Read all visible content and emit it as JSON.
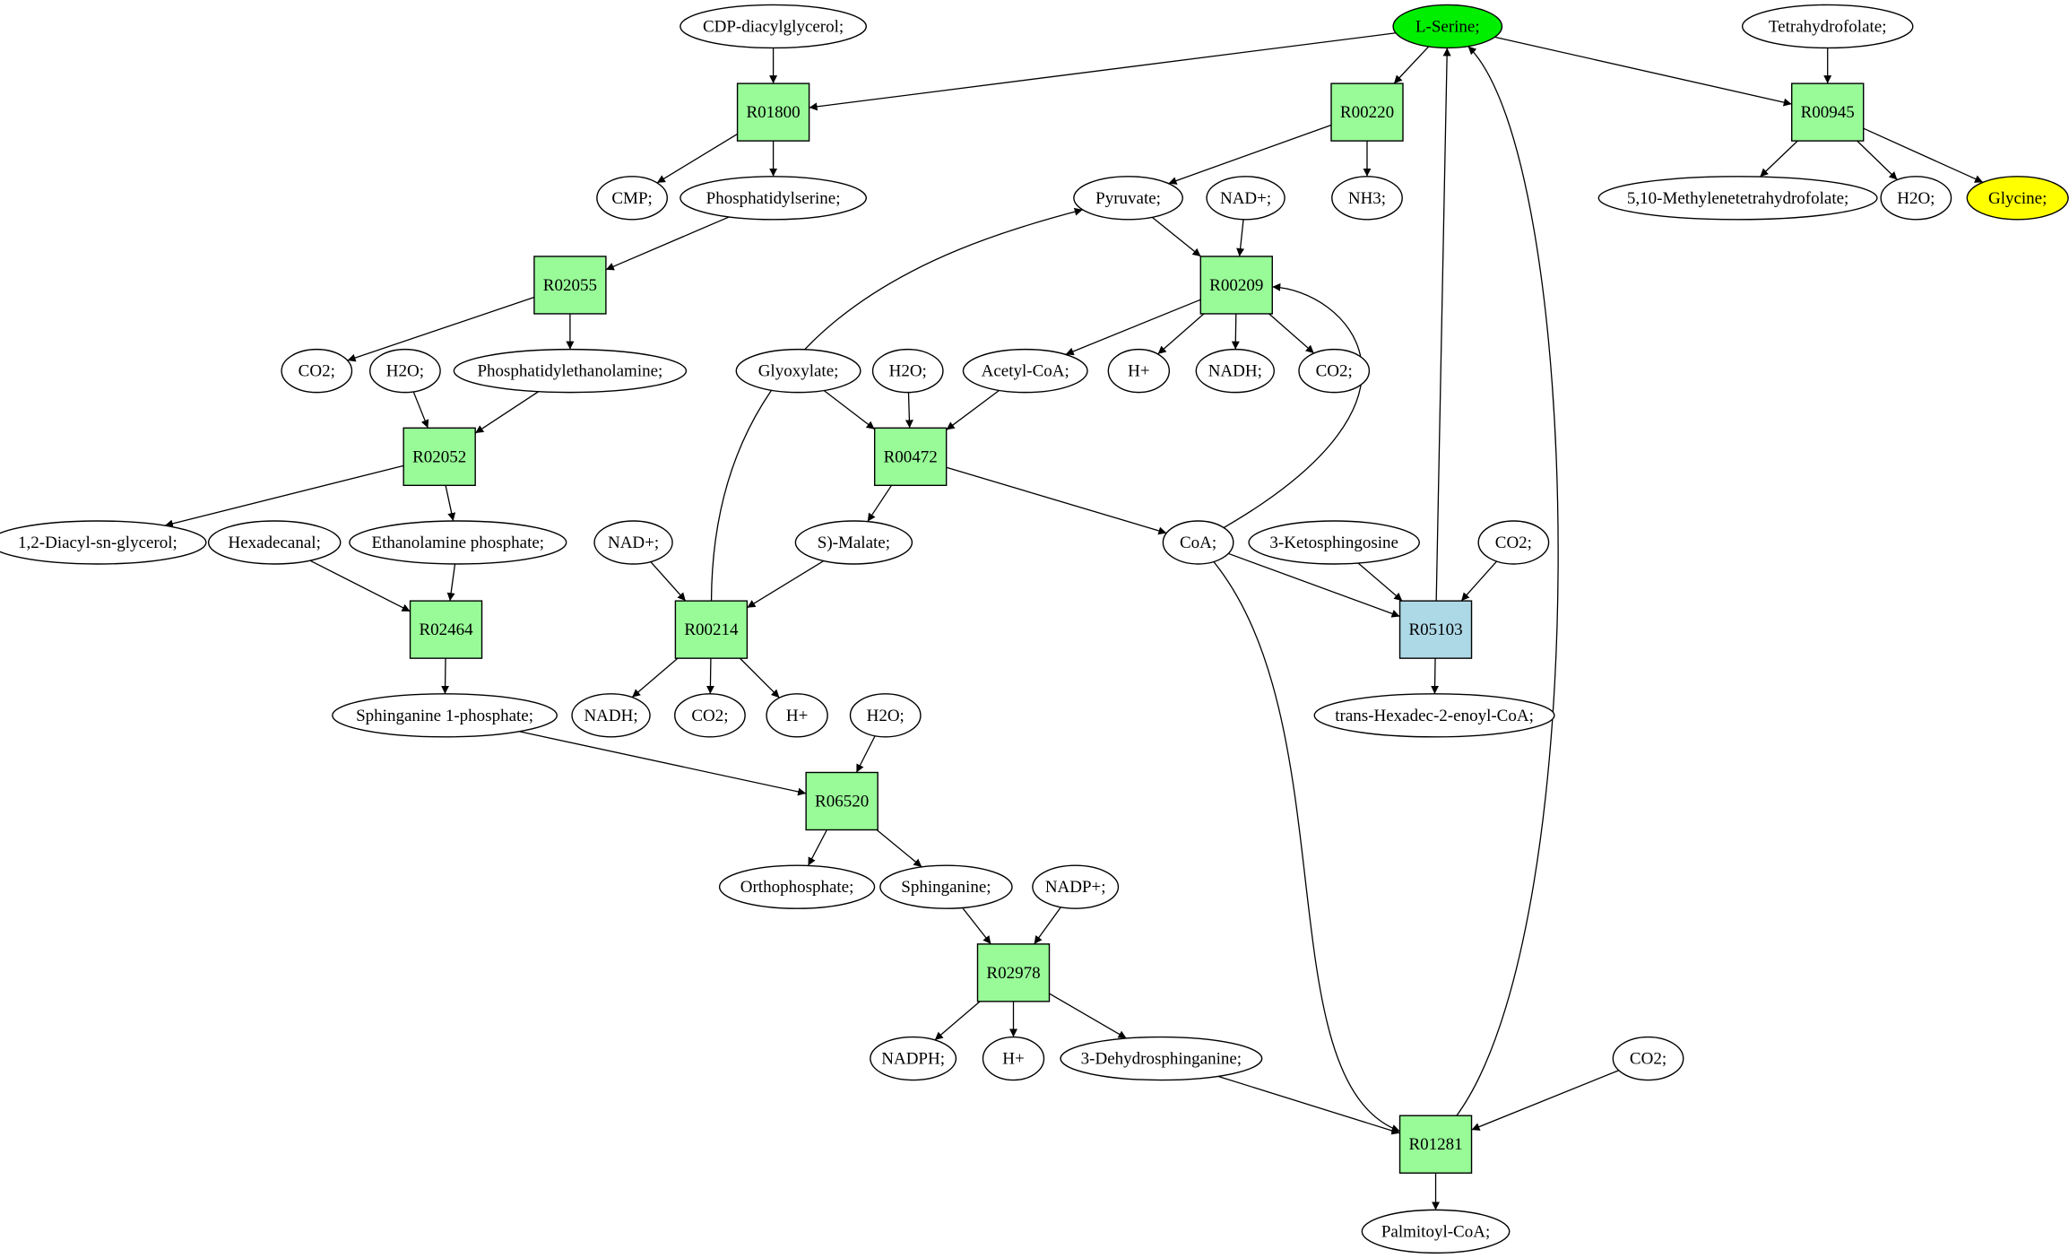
{
  "title": "L-Serine metabolic network",
  "colors": {
    "reaction": "#98fb98",
    "reaction_highlight": "#add8e6",
    "source_compound": "#00ee00",
    "target_compound": "#ffff00",
    "compound": "#ffffff",
    "edge": "#000000"
  },
  "nodes": [
    {
      "id": "cdp",
      "label": "CDP-diacylglycerol;",
      "kind": "compound"
    },
    {
      "id": "ser",
      "label": "L-Serine;",
      "kind": "source"
    },
    {
      "id": "thf",
      "label": "Tetrahydrofolate;",
      "kind": "compound"
    },
    {
      "id": "R01800",
      "label": "R01800",
      "kind": "reaction"
    },
    {
      "id": "R00220",
      "label": "R00220",
      "kind": "reaction"
    },
    {
      "id": "R00945",
      "label": "R00945",
      "kind": "reaction"
    },
    {
      "id": "cmp",
      "label": "CMP;",
      "kind": "compound"
    },
    {
      "id": "ps",
      "label": "Phosphatidylserine;",
      "kind": "compound"
    },
    {
      "id": "pyr",
      "label": "Pyruvate;",
      "kind": "compound"
    },
    {
      "id": "nad1",
      "label": "NAD+;",
      "kind": "compound"
    },
    {
      "id": "nh3",
      "label": "NH3;",
      "kind": "compound"
    },
    {
      "id": "mthf",
      "label": "5,10-Methylenetetrahydrofolate;",
      "kind": "compound"
    },
    {
      "id": "h2o1",
      "label": "H2O;",
      "kind": "compound"
    },
    {
      "id": "gly",
      "label": "Glycine;",
      "kind": "target"
    },
    {
      "id": "R02055",
      "label": "R02055",
      "kind": "reaction"
    },
    {
      "id": "R00209",
      "label": "R00209",
      "kind": "reaction"
    },
    {
      "id": "co2a",
      "label": "CO2;",
      "kind": "compound"
    },
    {
      "id": "h2o2",
      "label": "H2O;",
      "kind": "compound"
    },
    {
      "id": "pe",
      "label": "Phosphatidylethanolamine;",
      "kind": "compound"
    },
    {
      "id": "glyox",
      "label": "Glyoxylate;",
      "kind": "compound"
    },
    {
      "id": "h2o3",
      "label": "H2O;",
      "kind": "compound"
    },
    {
      "id": "acoa",
      "label": "Acetyl-CoA;",
      "kind": "compound"
    },
    {
      "id": "hp1",
      "label": "H+",
      "kind": "compound"
    },
    {
      "id": "nadh1",
      "label": "NADH;",
      "kind": "compound"
    },
    {
      "id": "co2b",
      "label": "CO2;",
      "kind": "compound"
    },
    {
      "id": "R02052",
      "label": "R02052",
      "kind": "reaction"
    },
    {
      "id": "R00472",
      "label": "R00472",
      "kind": "reaction"
    },
    {
      "id": "dag",
      "label": "1,2-Diacyl-sn-glycerol;",
      "kind": "compound"
    },
    {
      "id": "hexal",
      "label": "Hexadecanal;",
      "kind": "compound"
    },
    {
      "id": "etap",
      "label": "Ethanolamine phosphate;",
      "kind": "compound"
    },
    {
      "id": "nad2",
      "label": "NAD+;",
      "kind": "compound"
    },
    {
      "id": "mal",
      "label": "S)-Malate;",
      "kind": "compound"
    },
    {
      "id": "coa",
      "label": "CoA;",
      "kind": "compound"
    },
    {
      "id": "keto",
      "label": "3-Ketosphingosine",
      "kind": "compound"
    },
    {
      "id": "co2c",
      "label": "CO2;",
      "kind": "compound"
    },
    {
      "id": "R02464",
      "label": "R02464",
      "kind": "reaction"
    },
    {
      "id": "R00214",
      "label": "R00214",
      "kind": "reaction"
    },
    {
      "id": "R05103",
      "label": "R05103",
      "kind": "reaction_highlight"
    },
    {
      "id": "s1p",
      "label": "Sphinganine 1-phosphate;",
      "kind": "compound"
    },
    {
      "id": "nadh2",
      "label": "NADH;",
      "kind": "compound"
    },
    {
      "id": "co2d",
      "label": "CO2;",
      "kind": "compound"
    },
    {
      "id": "hp2",
      "label": "H+",
      "kind": "compound"
    },
    {
      "id": "h2o4",
      "label": "H2O;",
      "kind": "compound"
    },
    {
      "id": "thcoa",
      "label": "trans-Hexadec-2-enoyl-CoA;",
      "kind": "compound"
    },
    {
      "id": "R06520",
      "label": "R06520",
      "kind": "reaction"
    },
    {
      "id": "pi",
      "label": "Orthophosphate;",
      "kind": "compound"
    },
    {
      "id": "sph",
      "label": "Sphinganine;",
      "kind": "compound"
    },
    {
      "id": "nadp",
      "label": "NADP+;",
      "kind": "compound"
    },
    {
      "id": "R02978",
      "label": "R02978",
      "kind": "reaction"
    },
    {
      "id": "nadph",
      "label": "NADPH;",
      "kind": "compound"
    },
    {
      "id": "hp3",
      "label": "H+",
      "kind": "compound"
    },
    {
      "id": "dhs",
      "label": "3-Dehydrosphinganine;",
      "kind": "compound"
    },
    {
      "id": "co2e",
      "label": "CO2;",
      "kind": "compound"
    },
    {
      "id": "R01281",
      "label": "R01281",
      "kind": "reaction"
    },
    {
      "id": "pcoa",
      "label": "Palmitoyl-CoA;",
      "kind": "compound"
    }
  ],
  "edges": [
    [
      "cdp",
      "R01800"
    ],
    [
      "ser",
      "R01800"
    ],
    [
      "R01800",
      "cmp"
    ],
    [
      "R01800",
      "ps"
    ],
    [
      "ser",
      "R00220"
    ],
    [
      "R00220",
      "pyr"
    ],
    [
      "R00220",
      "nh3"
    ],
    [
      "ser",
      "R00945"
    ],
    [
      "thf",
      "R00945"
    ],
    [
      "R00945",
      "mthf"
    ],
    [
      "R00945",
      "h2o1"
    ],
    [
      "R00945",
      "gly"
    ],
    [
      "ps",
      "R02055"
    ],
    [
      "R02055",
      "co2a"
    ],
    [
      "R02055",
      "pe"
    ],
    [
      "pyr",
      "R00209"
    ],
    [
      "nad1",
      "R00209"
    ],
    [
      "coa",
      "R00209"
    ],
    [
      "R00209",
      "acoa"
    ],
    [
      "R00209",
      "hp1"
    ],
    [
      "R00209",
      "nadh1"
    ],
    [
      "R00209",
      "co2b"
    ],
    [
      "h2o2",
      "R02052"
    ],
    [
      "pe",
      "R02052"
    ],
    [
      "R02052",
      "dag"
    ],
    [
      "R02052",
      "etap"
    ],
    [
      "glyox",
      "R00472"
    ],
    [
      "h2o3",
      "R00472"
    ],
    [
      "acoa",
      "R00472"
    ],
    [
      "R00472",
      "mal"
    ],
    [
      "R00472",
      "coa"
    ],
    [
      "hexal",
      "R02464"
    ],
    [
      "etap",
      "R02464"
    ],
    [
      "R02464",
      "s1p"
    ],
    [
      "nad2",
      "R00214"
    ],
    [
      "mal",
      "R00214"
    ],
    [
      "R00214",
      "pyr"
    ],
    [
      "R00214",
      "nadh2"
    ],
    [
      "R00214",
      "co2d"
    ],
    [
      "R00214",
      "hp2"
    ],
    [
      "coa",
      "R05103"
    ],
    [
      "keto",
      "R05103"
    ],
    [
      "co2c",
      "R05103"
    ],
    [
      "R05103",
      "ser"
    ],
    [
      "R05103",
      "thcoa"
    ],
    [
      "s1p",
      "R06520"
    ],
    [
      "h2o4",
      "R06520"
    ],
    [
      "R06520",
      "pi"
    ],
    [
      "R06520",
      "sph"
    ],
    [
      "sph",
      "R02978"
    ],
    [
      "nadp",
      "R02978"
    ],
    [
      "R02978",
      "nadph"
    ],
    [
      "R02978",
      "hp3"
    ],
    [
      "R02978",
      "dhs"
    ],
    [
      "dhs",
      "R01281"
    ],
    [
      "coa",
      "R01281"
    ],
    [
      "co2e",
      "R01281"
    ],
    [
      "R01281",
      "ser"
    ],
    [
      "R01281",
      "pcoa"
    ]
  ]
}
